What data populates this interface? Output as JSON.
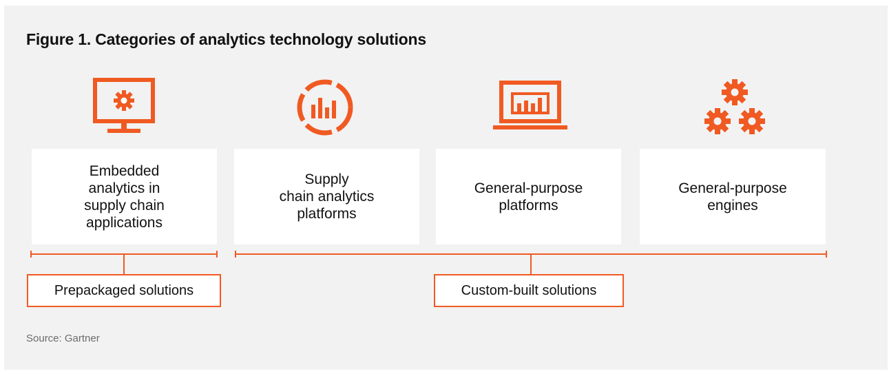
{
  "figure": {
    "title": "Figure 1. Categories of analytics technology solutions",
    "source": "Source: Gartner"
  },
  "categories": [
    {
      "label": "Embedded\nanalytics in\nsupply chain\napplications",
      "icon": "monitor-gear-icon"
    },
    {
      "label": "Supply\nchain analytics\nplatforms",
      "icon": "circular-bar-chart-icon"
    },
    {
      "label": "General-purpose\nplatforms",
      "icon": "laptop-bar-chart-icon"
    },
    {
      "label": "General-purpose\nengines",
      "icon": "gears-icon"
    }
  ],
  "groups": [
    {
      "label": "Prepackaged solutions"
    },
    {
      "label": "Custom-built solutions"
    }
  ],
  "colors": {
    "accent": "#f05a22",
    "background": "#f2f2f2",
    "card": "#ffffff"
  }
}
